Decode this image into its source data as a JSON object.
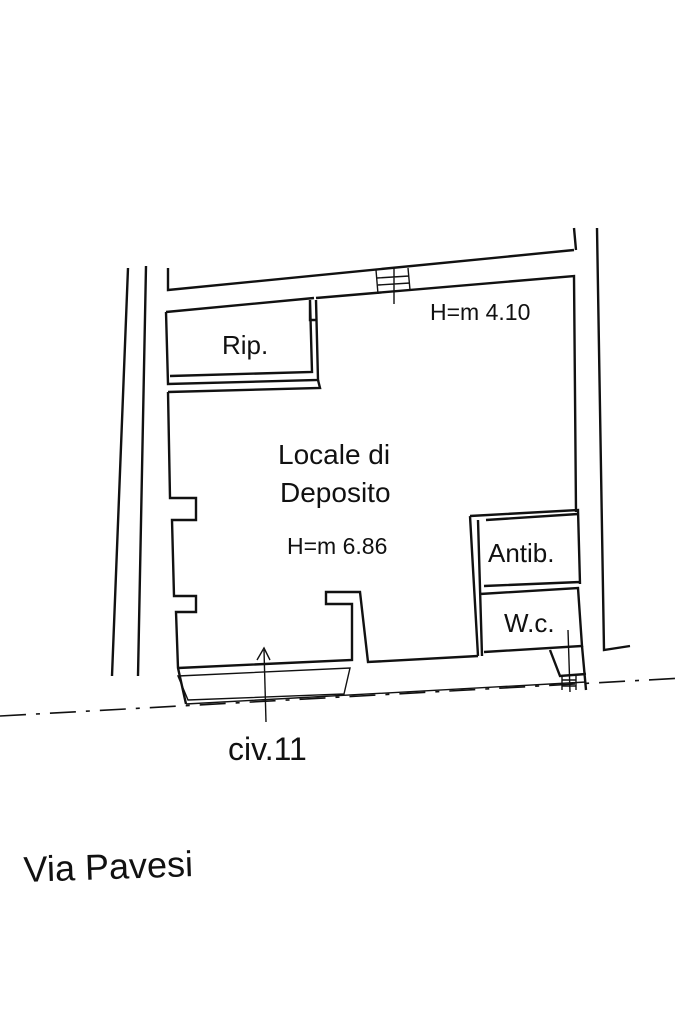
{
  "rooms": {
    "ripostiglio": "Rip.",
    "locale_line1": "Locale di",
    "locale_line2": "Deposito",
    "antibagno": "Antib.",
    "wc": "W.c."
  },
  "heights": {
    "main": "H=m 6.86",
    "upper": "H=m 4.10"
  },
  "entrance": "civ.11",
  "street": "Via Pavesi"
}
